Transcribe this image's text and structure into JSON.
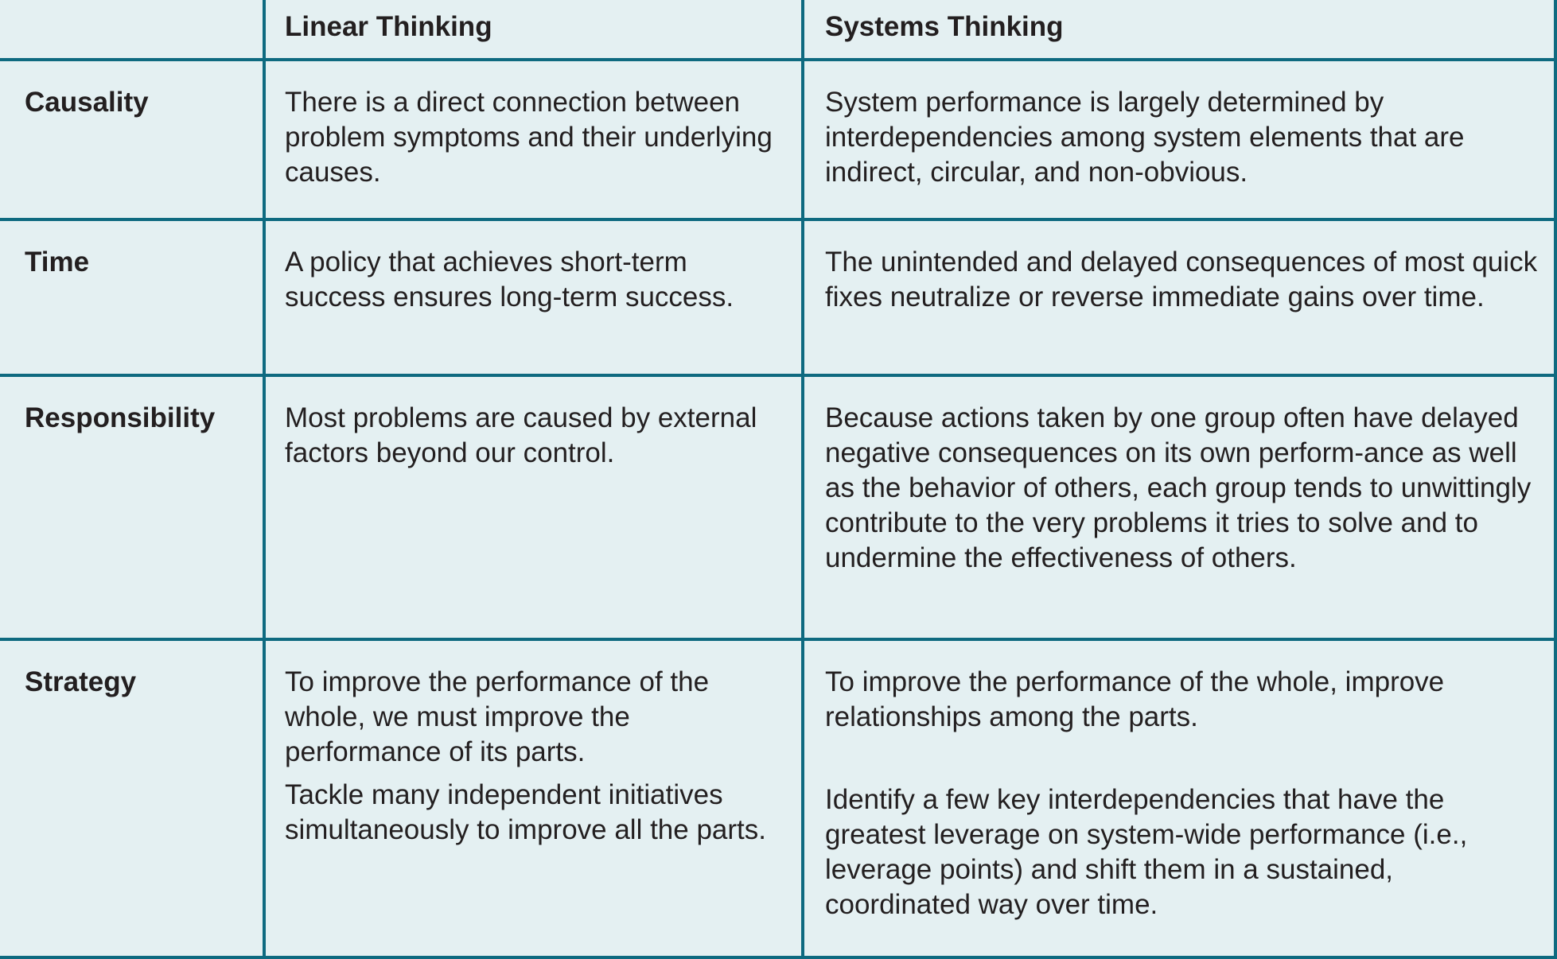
{
  "table": {
    "headers": [
      "",
      "Linear Thinking",
      "Systems Thinking"
    ],
    "rows": [
      {
        "label": "Causality",
        "linear": [
          "There is a direct connection between problem symptoms and their underlying causes."
        ],
        "systems": [
          "System performance is largely determined by interdependencies among system elements that are indirect, circular, and non-obvious."
        ]
      },
      {
        "label": "Time",
        "linear": [
          "A policy that achieves short-term success ensures long-term success."
        ],
        "systems": [
          "The unintended and delayed consequences of most quick fixes neutralize or reverse immediate gains over time."
        ]
      },
      {
        "label": "Responsibility",
        "linear": [
          "Most problems are caused by external factors beyond our control."
        ],
        "systems": [
          "Because actions taken by one group often have delayed negative consequences on its own perform-ance as well as the behavior of others, each group tends to unwittingly contribute to the very problems it tries to solve and to undermine the effectiveness of others."
        ]
      },
      {
        "label": "Strategy",
        "linear": [
          "To improve the performance of the whole, we must improve the performance of its parts.",
          "Tackle many independent initiatives simultaneously to improve all the parts."
        ],
        "systems": [
          "To improve the performance of the whole, improve relationships among the parts.",
          "Identify a few key interdependencies that have the greatest leverage on system-wide performance (i.e., leverage points) and shift them in a sustained, coordinated way over time."
        ]
      }
    ]
  },
  "colors": {
    "border": "#0e6a80",
    "background": "#e4f0f2",
    "text": "#231f20"
  }
}
